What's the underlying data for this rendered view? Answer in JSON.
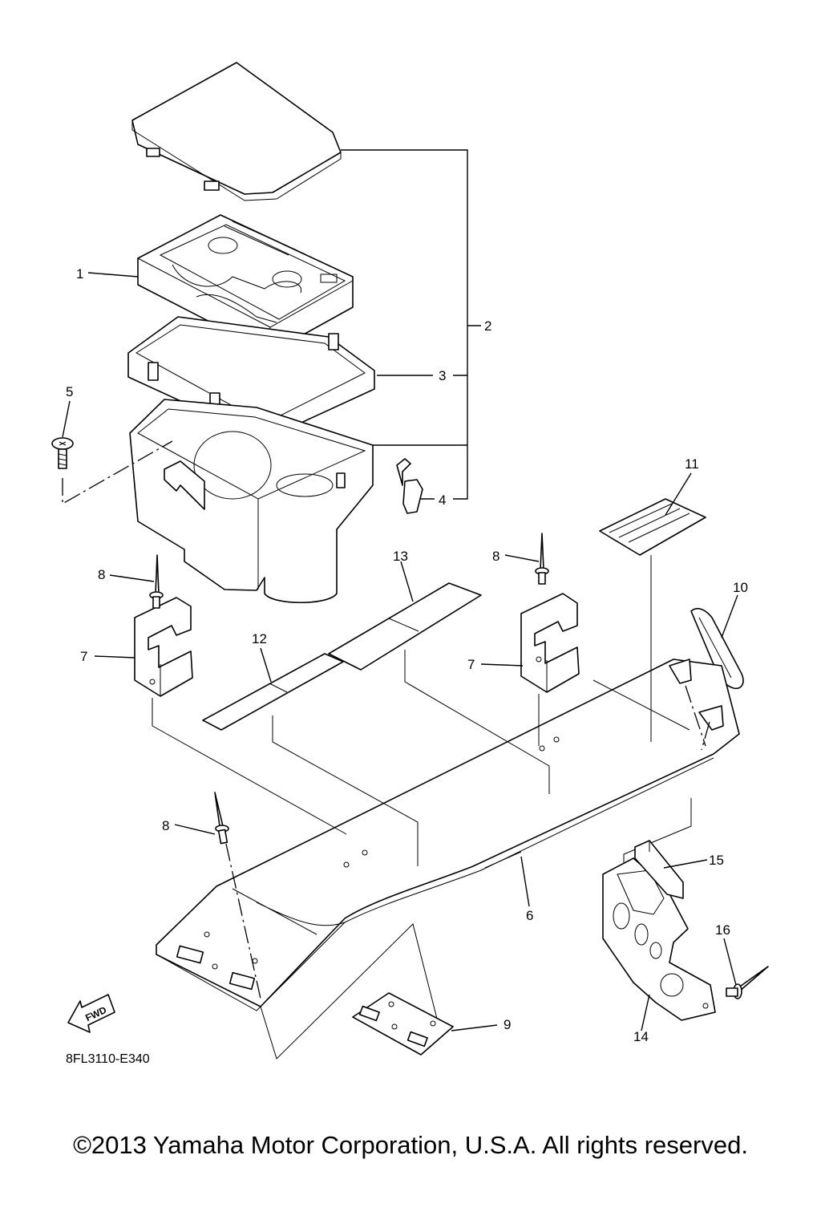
{
  "parts": [
    {
      "id": "p1",
      "label": "1"
    },
    {
      "id": "p2",
      "label": "2"
    },
    {
      "id": "p3",
      "label": "3"
    },
    {
      "id": "p4",
      "label": "4"
    },
    {
      "id": "p5",
      "label": "5"
    },
    {
      "id": "p6",
      "label": "6"
    },
    {
      "id": "p7a",
      "label": "7"
    },
    {
      "id": "p7b",
      "label": "7"
    },
    {
      "id": "p8a",
      "label": "8"
    },
    {
      "id": "p8b",
      "label": "8"
    },
    {
      "id": "p8c",
      "label": "8"
    },
    {
      "id": "p9",
      "label": "9"
    },
    {
      "id": "p10",
      "label": "10"
    },
    {
      "id": "p11",
      "label": "11"
    },
    {
      "id": "p12",
      "label": "12"
    },
    {
      "id": "p13",
      "label": "13"
    },
    {
      "id": "p14",
      "label": "14"
    },
    {
      "id": "p15",
      "label": "15"
    },
    {
      "id": "p16",
      "label": "16"
    }
  ],
  "fwd_label": "FWD",
  "diagram_code": "8FL3110-E340",
  "copyright": "©2013 Yamaha Motor Corporation, U.S.A. All rights reserved."
}
